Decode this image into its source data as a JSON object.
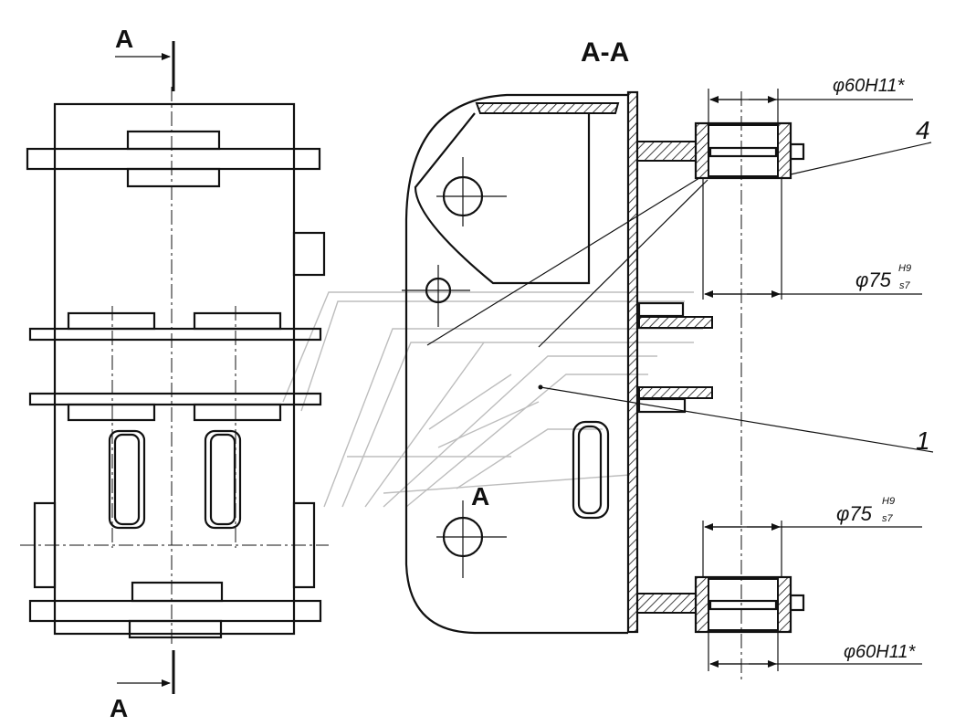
{
  "section_labels": {
    "cut_top": "A",
    "cut_bottom": "A",
    "section_title": "A-A",
    "view_marker": "A"
  },
  "dimensions": {
    "top_bore": "φ60H11*",
    "upper_fit_main": "φ75",
    "upper_fit_sup": "H9",
    "upper_fit_sub": "s7",
    "lower_fit_main": "φ75",
    "lower_fit_sup": "H9",
    "lower_fit_sub": "s7",
    "bottom_bore": "φ60H11*"
  },
  "leaders": {
    "item_4": "4",
    "item_1": "1"
  }
}
